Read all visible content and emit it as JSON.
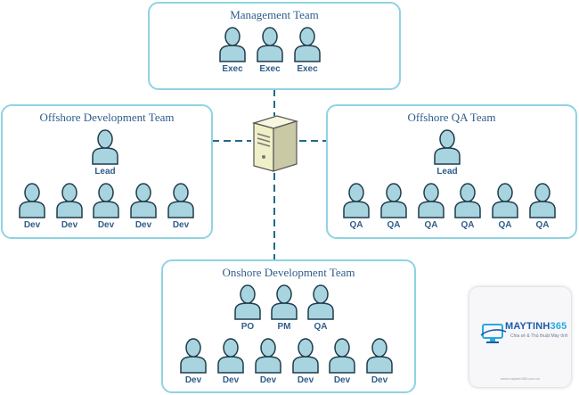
{
  "colors": {
    "box_border": "#8fd3e4",
    "person_fill": "#a8d4e0",
    "person_stroke": "#1f3b4a",
    "label_text": "#2f5d8a",
    "connector": "#1f6b86",
    "server_body": "#f0f0c8"
  },
  "icons": {
    "person": "person-icon",
    "server": "server-icon",
    "logo": "monitor-logo-icon"
  },
  "teams": {
    "management": {
      "title": "Management Team",
      "members": [
        "Exec",
        "Exec",
        "Exec"
      ]
    },
    "offshore_dev": {
      "title": "Offshore Development Team",
      "lead": "Lead",
      "members": [
        "Dev",
        "Dev",
        "Dev",
        "Dev",
        "Dev"
      ]
    },
    "offshore_qa": {
      "title": "Offshore QA Team",
      "lead": "Lead",
      "members": [
        "QA",
        "QA",
        "QA",
        "QA",
        "QA",
        "QA"
      ]
    },
    "onshore_dev": {
      "title": "Onshore Development Team",
      "roles": [
        "PO",
        "PM",
        "QA"
      ],
      "members": [
        "Dev",
        "Dev",
        "Dev",
        "Dev",
        "Dev",
        "Dev"
      ]
    }
  },
  "watermark": {
    "brand_main": "MAYTINH",
    "brand_number": "365",
    "tagline": "Chia sẻ & Thủ thuật Máy tính",
    "url": "www.maytinh365.com.vn"
  }
}
